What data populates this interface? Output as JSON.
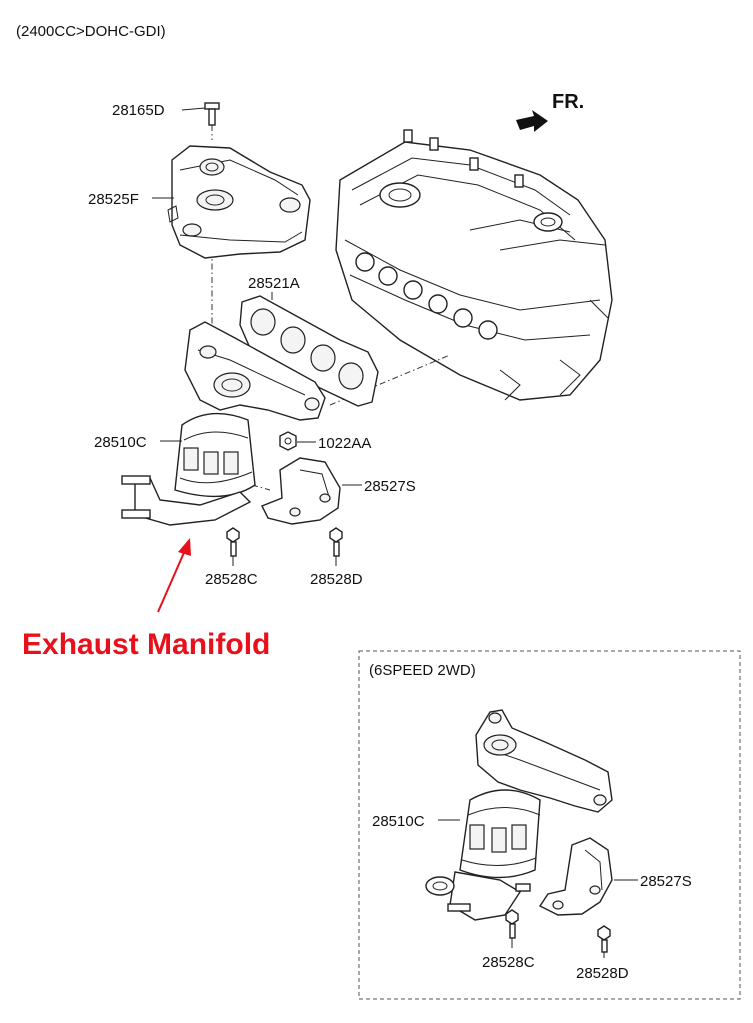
{
  "header": {
    "engine": "(2400CC>DOHC-GDI)"
  },
  "direction": {
    "label": "FR."
  },
  "callout": {
    "text": "Exhaust Manifold",
    "color": "#e8101a"
  },
  "main_parts": {
    "bolt": "28165D",
    "heat_protector": "28525F",
    "gasket": "28521A",
    "manifold": "28510C",
    "nut": "1022AA",
    "bracket": "28527S",
    "bolt_c": "28528C",
    "bolt_d": "28528D"
  },
  "variant": {
    "title": "(6SPEED 2WD)",
    "manifold": "28510C",
    "bracket": "28527S",
    "bolt_c": "28528C",
    "bolt_d": "28528D"
  }
}
